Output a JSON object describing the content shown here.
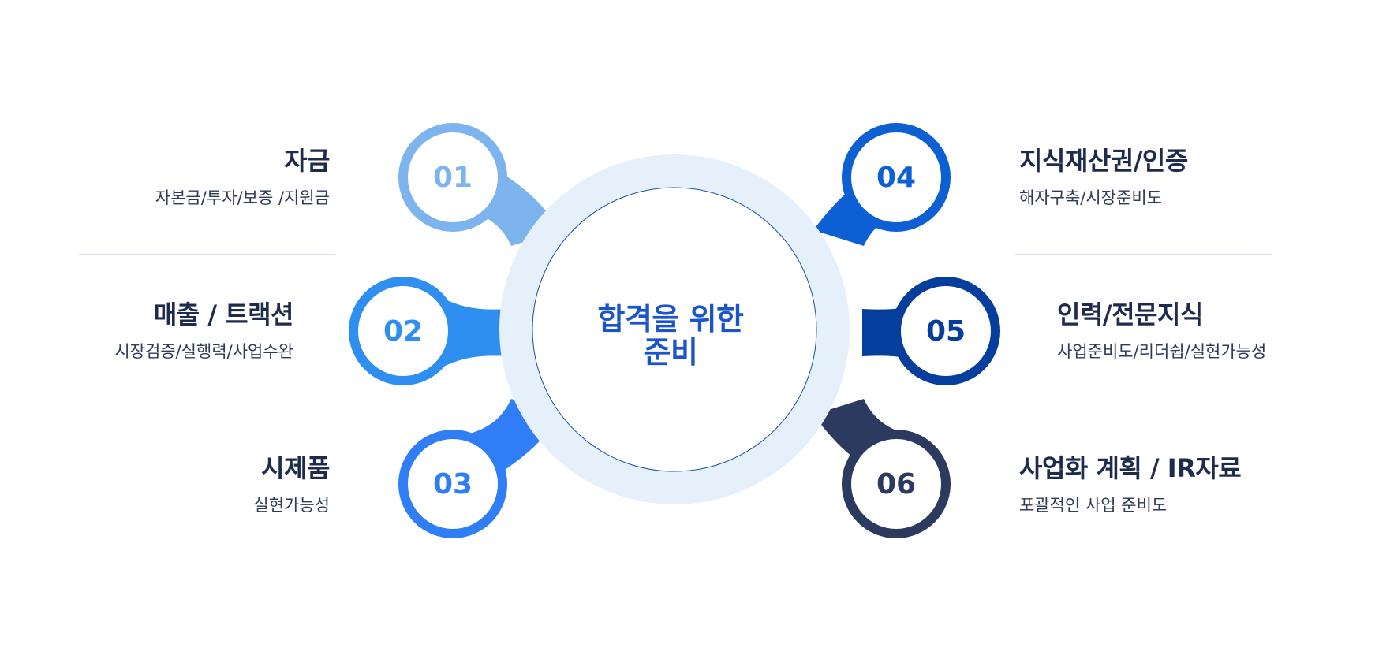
{
  "center": {
    "line1": "합격을 위한",
    "line2": "준비"
  },
  "nodes": [
    {
      "num": "01",
      "title": "자금",
      "desc": "자본금/투자/보증 /지원금",
      "color": "#7eb4ee",
      "side": "left"
    },
    {
      "num": "02",
      "title": "매출 / 트랙션",
      "desc": "시장검증/실행력/사업수완",
      "color": "#2f8ff0",
      "side": "left"
    },
    {
      "num": "03",
      "title": "시제품",
      "desc": "실현가능성",
      "color": "#2f7ef5",
      "side": "left"
    },
    {
      "num": "04",
      "title": "지식재산권/인증",
      "desc": "해자구축/시장준비도",
      "color": "#0d5fd4",
      "side": "right"
    },
    {
      "num": "05",
      "title": "인력/전문지식",
      "desc": "사업준비도/리더쉽/실현가능성",
      "color": "#053e9c",
      "side": "right"
    },
    {
      "num": "06",
      "title": "사업화 계획 / IR자료",
      "desc": "포괄적인 사업 준비도",
      "color": "#2b3a5e",
      "side": "right"
    }
  ],
  "colors": {
    "ring": "#e6f0fa",
    "ring_line": "#1b4fa8",
    "center_text": "#1b55c9",
    "divider": "#dde3ee"
  }
}
